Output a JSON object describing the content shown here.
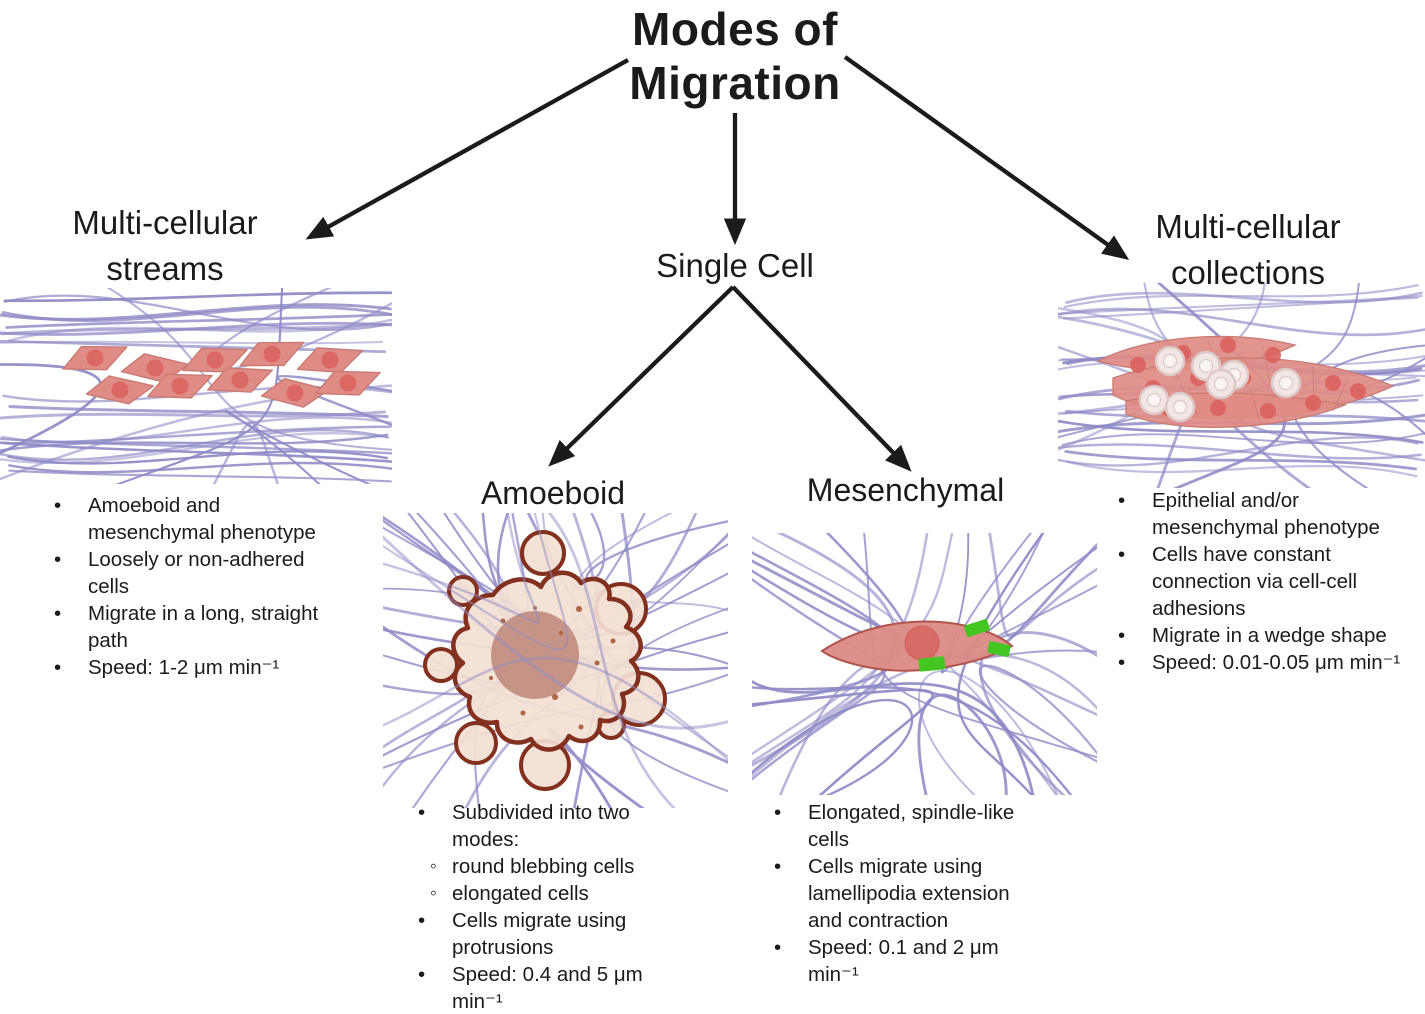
{
  "title": {
    "text": "Modes of Migration"
  },
  "nodes": {
    "streams": {
      "heading": "Multi-cellular streams",
      "bullets": [
        {
          "text": "Amoeboid and mesenchymal phenotype"
        },
        {
          "text": "Loosely or non-adhered cells"
        },
        {
          "text": "Migrate in a long, straight path"
        },
        {
          "text": "Speed: 1-2 μm min⁻¹"
        }
      ]
    },
    "single_cell": {
      "heading": "Single Cell"
    },
    "amoeboid": {
      "heading": "Amoeboid",
      "bullets": [
        {
          "text": "Subdivided into two modes:",
          "sub": [
            "round blebbing cells",
            "elongated cells"
          ]
        },
        {
          "text": "Cells migrate using protrusions"
        },
        {
          "text": "Speed: 0.4 and 5 μm min⁻¹"
        }
      ]
    },
    "mesenchymal": {
      "heading": "Mesenchymal",
      "bullets": [
        {
          "text": "Elongated, spindle-like cells"
        },
        {
          "text": "Cells migrate using lamellipodia extension and contraction"
        },
        {
          "text": "Speed: 0.1 and 2 μm min⁻¹"
        }
      ]
    },
    "collections": {
      "heading": "Multi-cellular collections",
      "bullets": [
        {
          "text": "Epithelial and/or mesenchymal phenotype"
        },
        {
          "text": "Cells have constant connection via cell-cell adhesions"
        },
        {
          "text": "Migrate in a wedge shape"
        },
        {
          "text": "Speed: 0.01-0.05 μm min⁻¹"
        }
      ]
    }
  },
  "colors": {
    "ink": "#1b1b1b",
    "fiber": "#8e8ac6",
    "cell_fill": "#df8c86",
    "cell_edge": "#c97a73",
    "nucleus": "#da615d",
    "amoeboid_fill": "#f3dfd4",
    "amoeboid_edge": "#84301f",
    "amoeboid_nucleus": "#c28f83",
    "amoeboid_dot": "#ad6643",
    "mesenchymal_fill": "#dc8b86",
    "mesenchymal_edge": "#b2544e",
    "mesenchymal_nucleus": "#d96b67",
    "adhesion_green": "#43c522",
    "donut_fill": "#f2e6e4",
    "donut_edge": "#dcc9c7"
  }
}
